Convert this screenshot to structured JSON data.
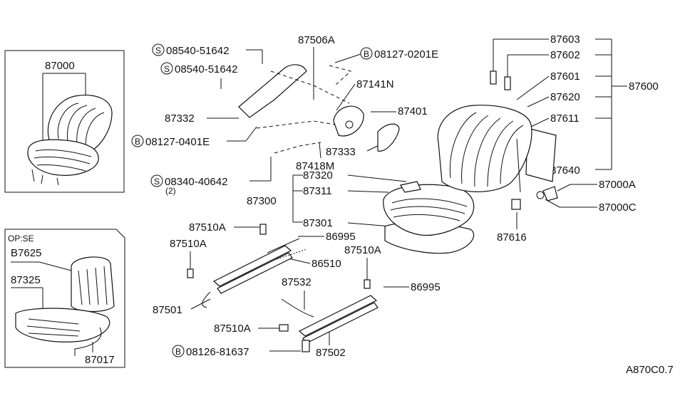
{
  "labels": {
    "p87000": "87000",
    "op_se": "OP:SE",
    "b87625": "B7625",
    "p87325": "87325",
    "p87017": "87017",
    "s08540a": "08540-51642",
    "s08540b": "08540-51642",
    "p87332": "87332",
    "b08127_0401e": "08127-0401E",
    "s08340": "08340-40642",
    "s08340_qty": "(2)",
    "p87506a": "87506A",
    "b08127_0201e": "08127-0201E",
    "p87141n": "87141N",
    "p87401": "87401",
    "p87333": "87333",
    "p87418m": "87418M",
    "p87320": "87320",
    "p87311": "87311",
    "p87300": "87300",
    "p87301": "87301",
    "p87510a_1": "87510A",
    "p87510a_2": "87510A",
    "p87510a_3": "87510A",
    "p87510a_4": "87510A",
    "p86995_1": "86995",
    "p86995_2": "86995",
    "p86510": "86510",
    "p87532": "87532",
    "p87501": "87501",
    "p87502": "87502",
    "b08126": "08126-81637",
    "p87603": "87603",
    "p87602": "87602",
    "p87601": "87601",
    "p87620": "87620",
    "p87611": "87611",
    "p87600": "87600",
    "p87640": "87640",
    "p87000a": "87000A",
    "p87000c": "87000C",
    "p87616": "87616",
    "ref_code": "A870C0.7"
  },
  "prefix": {
    "S": "S",
    "B": "B"
  }
}
